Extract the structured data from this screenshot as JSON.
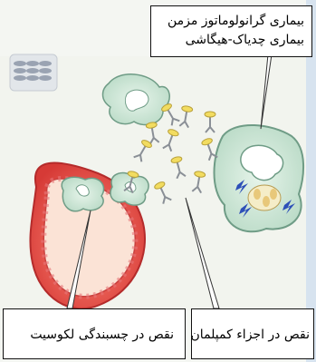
{
  "labels": {
    "top_line1": "بیماری گرانولوماتوز مزمن",
    "top_line2": "بیماری چدیاک-هیگاشی",
    "bottom_left": "نقص در چسبندگی لکوسیت",
    "bottom_right": "نقص در اجزاء کمپلمان"
  },
  "colors": {
    "background": "#f4f6f2",
    "phagocyte_fill": "#cfe6d8",
    "phagocyte_stroke": "#6f9c86",
    "vessel_fill": "#e8504e",
    "vessel_stroke": "#b42b2b",
    "vessel_interior": "#fbe3d6",
    "complement_yellow": "#f2dc60",
    "antibody_gray": "#8a8f96",
    "lightning_blue": "#2d4fb8"
  },
  "icons": [
    "pattern-swatch-icon"
  ]
}
